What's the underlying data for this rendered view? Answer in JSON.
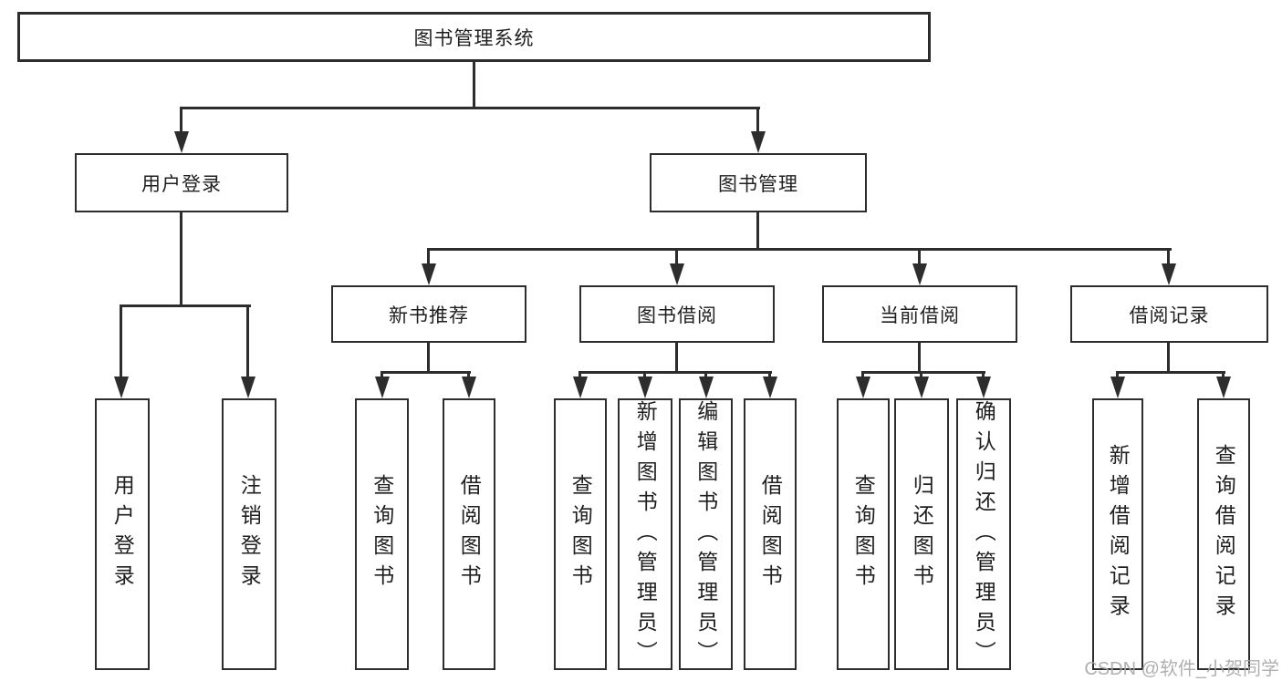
{
  "colors": {
    "background": "#ffffff",
    "line": "#2d2d2d",
    "text": "#1f1f1f",
    "box_fill": "#ffffff",
    "watermark": "#a8a8a8"
  },
  "watermark": {
    "text": "CSDN @软件_小贺同学"
  },
  "tree": {
    "root": {
      "label": "图书管理系统"
    },
    "user_login": {
      "label": "用户登录",
      "children": [
        {
          "label": "用户登录"
        },
        {
          "label": "注销登录"
        }
      ]
    },
    "book_mgmt": {
      "label": "图书管理"
    },
    "sections": [
      {
        "label": "新书推荐",
        "children": [
          {
            "label": "查询图书"
          },
          {
            "label": "借阅图书"
          }
        ]
      },
      {
        "label": "图书借阅",
        "children": [
          {
            "label": "查询图书"
          },
          {
            "label": "新增图书（管理员）"
          },
          {
            "label": "编辑图书（管理员）"
          },
          {
            "label": "借阅图书"
          }
        ]
      },
      {
        "label": "当前借阅",
        "children": [
          {
            "label": "查询图书"
          },
          {
            "label": "归还图书"
          },
          {
            "label": "确认归还（管理员）"
          }
        ]
      },
      {
        "label": "借阅记录",
        "children": [
          {
            "label": "新增借阅记录"
          },
          {
            "label": "查询借阅记录"
          }
        ]
      }
    ]
  }
}
